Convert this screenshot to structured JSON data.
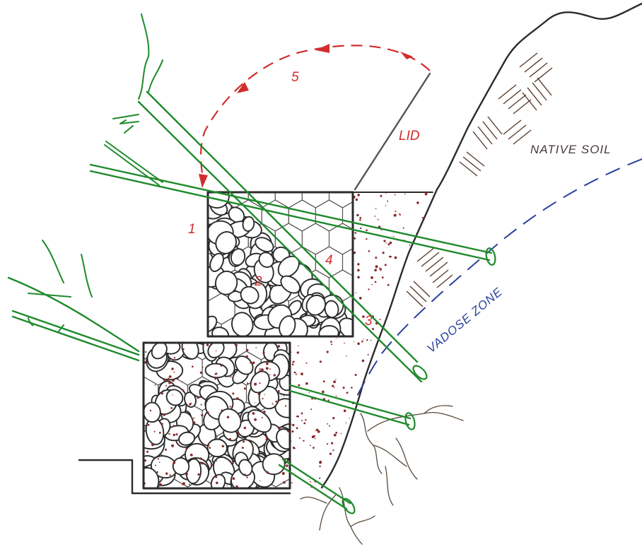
{
  "labels": {
    "lid": "LID",
    "native_soil": "NATIVE SOIL",
    "vadose_zone": "VADOSE ZONE",
    "step1": "1",
    "step2": "2",
    "step3": "3",
    "step4": "4",
    "step5": "5"
  },
  "colors": {
    "annotation_red": "#d22d2d",
    "vadose_blue": "#2a3f9c",
    "branch_green": "#1f8a2c",
    "soil_speckle": "#8a2a2a",
    "ink": "#2b2b2b"
  }
}
